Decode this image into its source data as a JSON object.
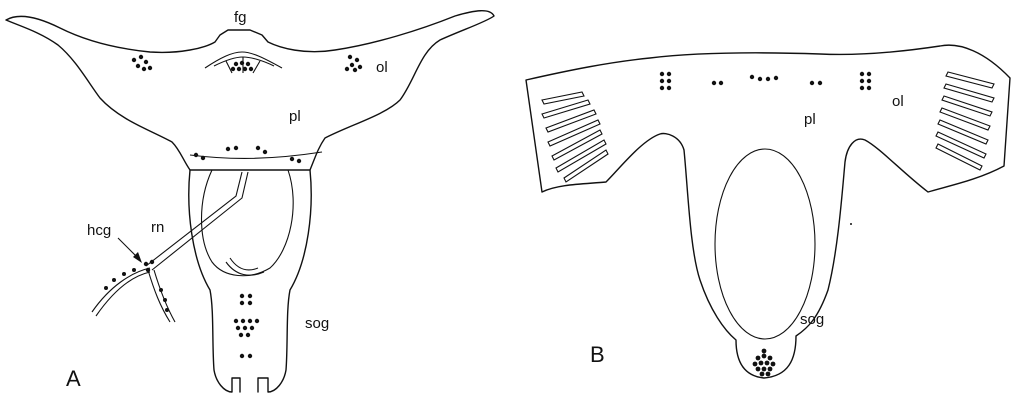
{
  "figure_a": {
    "panel_label": "A",
    "labels": {
      "fg": "fg",
      "ol": "ol",
      "pl": "pl",
      "hcg": "hcg",
      "rn": "rn",
      "sog": "sog"
    }
  },
  "figure_b": {
    "panel_label": "B",
    "labels": {
      "pl": "pl",
      "ol": "ol",
      "sog": "sog"
    }
  }
}
